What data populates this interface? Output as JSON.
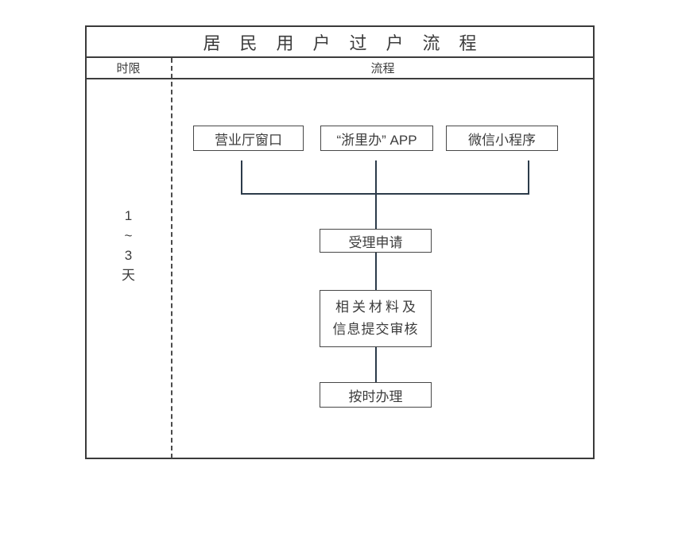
{
  "title": "居民用户过户流程",
  "columns": {
    "time_limit": "时限",
    "process": "流程"
  },
  "time_limit": {
    "lines": [
      "1",
      "~",
      "3",
      "天"
    ]
  },
  "flow": {
    "channels": [
      "营业厅窗口",
      "“浙里办” APP",
      "微信小程序"
    ],
    "steps": {
      "accept": "受理申请",
      "materials_line1": "相关材料及",
      "materials_line2": "信息提交审核",
      "timely": "按时办理"
    }
  },
  "colors": {
    "background": "#ffffff",
    "frame_border": "#3a3a3a",
    "box_border": "#474747",
    "connector_line": "#2c3b4a",
    "text": "#3c3c3c"
  }
}
